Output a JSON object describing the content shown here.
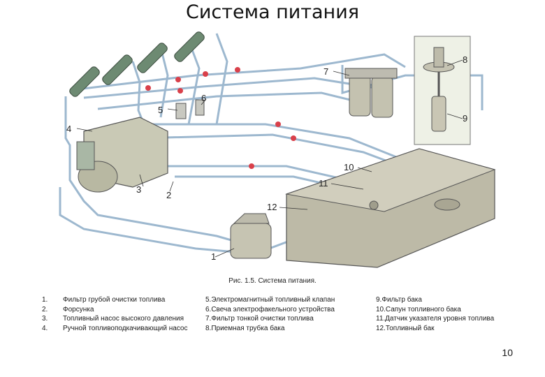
{
  "title": "Система питания",
  "figure": {
    "labels": [
      "1",
      "2",
      "3",
      "4",
      "5",
      "6",
      "7",
      "8",
      "9",
      "10",
      "11",
      "12"
    ]
  },
  "caption": "Рис. 1.5.  Система питания.",
  "legend": {
    "col1": [
      {
        "num": "1.",
        "text": "Фильтр грубой очистки топлива"
      },
      {
        "num": "2.",
        "text": "Форсунка"
      },
      {
        "num": "3.",
        "text": "Топливный насос высокого давления"
      },
      {
        "num": "4.",
        "text": "Ручной топливоподкачивающий насос"
      }
    ],
    "col2": [
      "5.Электромагнитный топливный клапан",
      "6.Свеча электрофакельного устройства",
      "7.Фильтр тонкой очистки топлива",
      "8.Приемная трубка бака"
    ],
    "col3": [
      "9.Фильтр бака",
      "10.Сапун топливного бака",
      "11.Датчик указателя уровня топлива",
      "12.Топливный бак"
    ]
  },
  "page_number": "10"
}
